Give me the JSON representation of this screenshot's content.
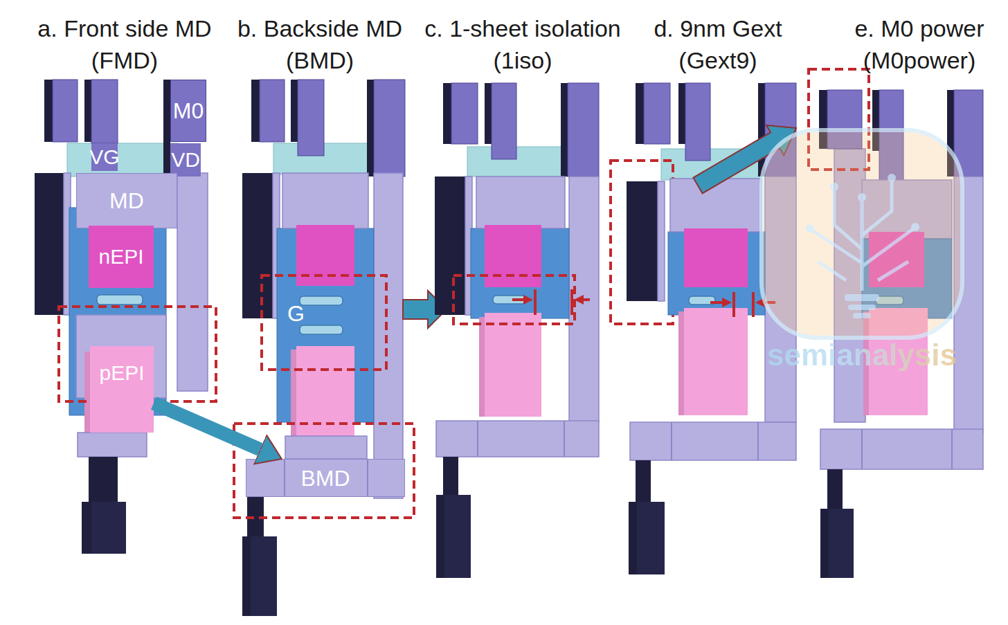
{
  "diagram": {
    "nodes": [
      {
        "text": [
          "M0"
        ]
      },
      {
        "text": [
          "VG"
        ]
      },
      {
        "text": [
          "VD"
        ]
      },
      {
        "text": [
          "MD"
        ]
      },
      {
        "text": [
          "nEPI"
        ]
      },
      {
        "text": [
          "pEPI"
        ]
      },
      {
        "text": [
          "G"
        ]
      },
      {
        "text": [
          "BMD"
        ]
      }
    ],
    "edges": [
      {
        "from": 5,
        "to": 7,
        "arrow": "to"
      }
    ],
    "labels": [
      "a. Front side MD (FMD)",
      "b. Backside MD (BMD)",
      "c. 1-sheet isolation (1iso)",
      "d. 9nm Gext (Gext9)",
      "e. M0 power (M0power)",
      "semianalysis"
    ]
  }
}
